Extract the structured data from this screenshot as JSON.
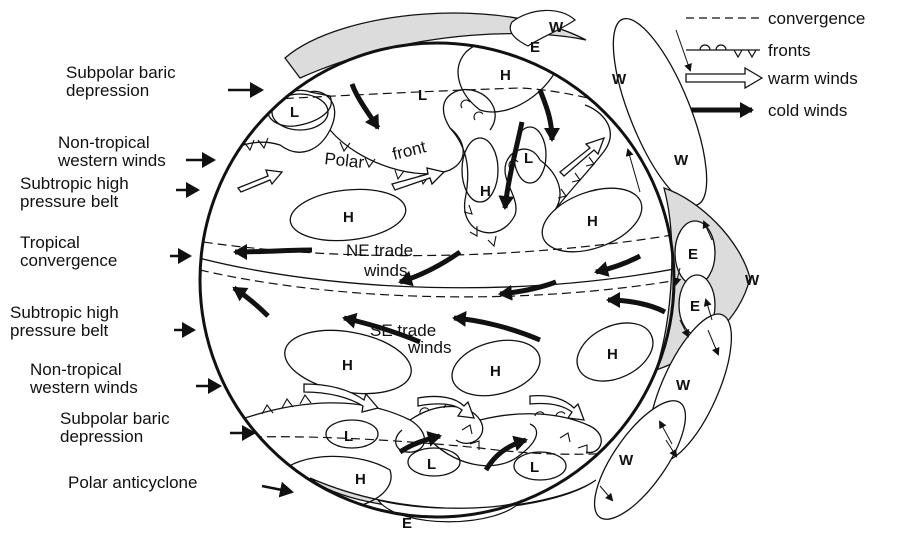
{
  "legend": {
    "convergence": "convergence",
    "fronts": "fronts",
    "warm_winds": "warm winds",
    "cold_winds": "cold winds"
  },
  "left_labels": {
    "subpolar_n": [
      "Subpolar baric",
      "depression"
    ],
    "nontropical_n": [
      "Non-tropical",
      "western winds"
    ],
    "subtropic_n": [
      "Subtropic high",
      "pressure belt"
    ],
    "tropical": [
      "Tropical",
      "convergence"
    ],
    "subtropic_s": [
      "Subtropic high",
      "pressure belt"
    ],
    "nontropical_s": [
      "Non-tropical",
      "western winds"
    ],
    "subpolar_s": [
      "Subpolar baric",
      "depression"
    ],
    "polar_anticyclone": "Polar anticyclone"
  },
  "globe": {
    "polar_front": [
      "Polar",
      "front"
    ],
    "ne_trade": [
      "NE trade",
      "winds"
    ],
    "se_trade": [
      "SE trade",
      "winds"
    ],
    "high": "H",
    "low": "L",
    "east": "E",
    "west": "W"
  }
}
